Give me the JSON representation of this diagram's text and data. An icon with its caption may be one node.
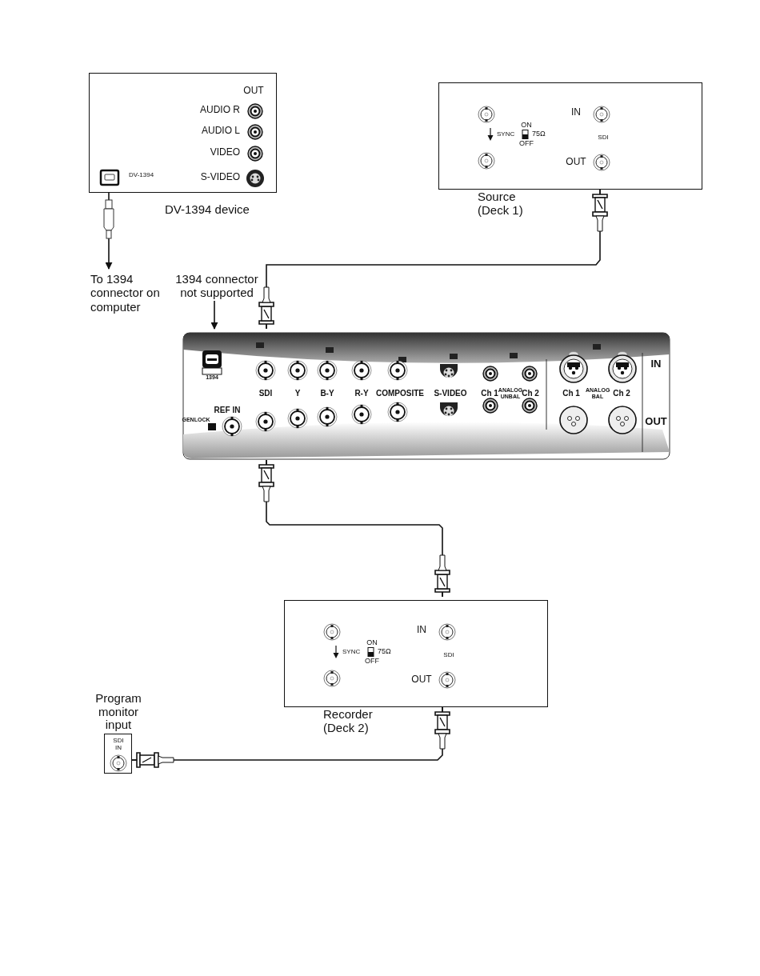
{
  "diagram": {
    "nodes": [
      {
        "text": [
          "OUT",
          "AUDIO R",
          "AUDIO L",
          "VIDEO",
          "S-VIDEO",
          "DV-1394"
        ],
        "beside": [
          "DV-1394 device"
        ]
      },
      {
        "text": [
          "IN",
          "SYNC",
          "ON",
          "75Ω",
          "OFF",
          "SDI",
          "OUT"
        ],
        "beside": [
          "Source (Deck 1)"
        ]
      },
      {
        "text": [
          "1394",
          "SDI",
          "Y",
          "B-Y",
          "R-Y",
          "COMPOSITE",
          "S-VIDEO",
          "Ch 1",
          "ANALOG UNBAL",
          "Ch 2",
          "Ch 1",
          "ANALOG BAL",
          "Ch 2",
          "REF IN",
          "GENLOCK",
          "IN",
          "OUT"
        ]
      },
      {
        "text": [
          "IN",
          "SYNC",
          "ON",
          "75Ω",
          "OFF",
          "SDI",
          "OUT"
        ],
        "beside": [
          "Recorder (Deck 2)"
        ]
      },
      {
        "text": [
          "SDI IN"
        ],
        "beside": [
          "Program monitor input"
        ]
      },
      {
        "text": [
          "To 1394 connector on computer"
        ]
      },
      {
        "text": [
          "1394 connector not supported"
        ]
      }
    ],
    "edges": [
      {
        "from": 0,
        "to": 5,
        "arrow": "to"
      },
      {
        "from": 6,
        "to": 2,
        "arrow": "to"
      },
      {
        "from": 1,
        "to": 2,
        "arrow": "other"
      },
      {
        "from": 2,
        "to": 3,
        "arrow": "other"
      },
      {
        "from": 3,
        "to": 4,
        "arrow": "other"
      }
    ]
  }
}
